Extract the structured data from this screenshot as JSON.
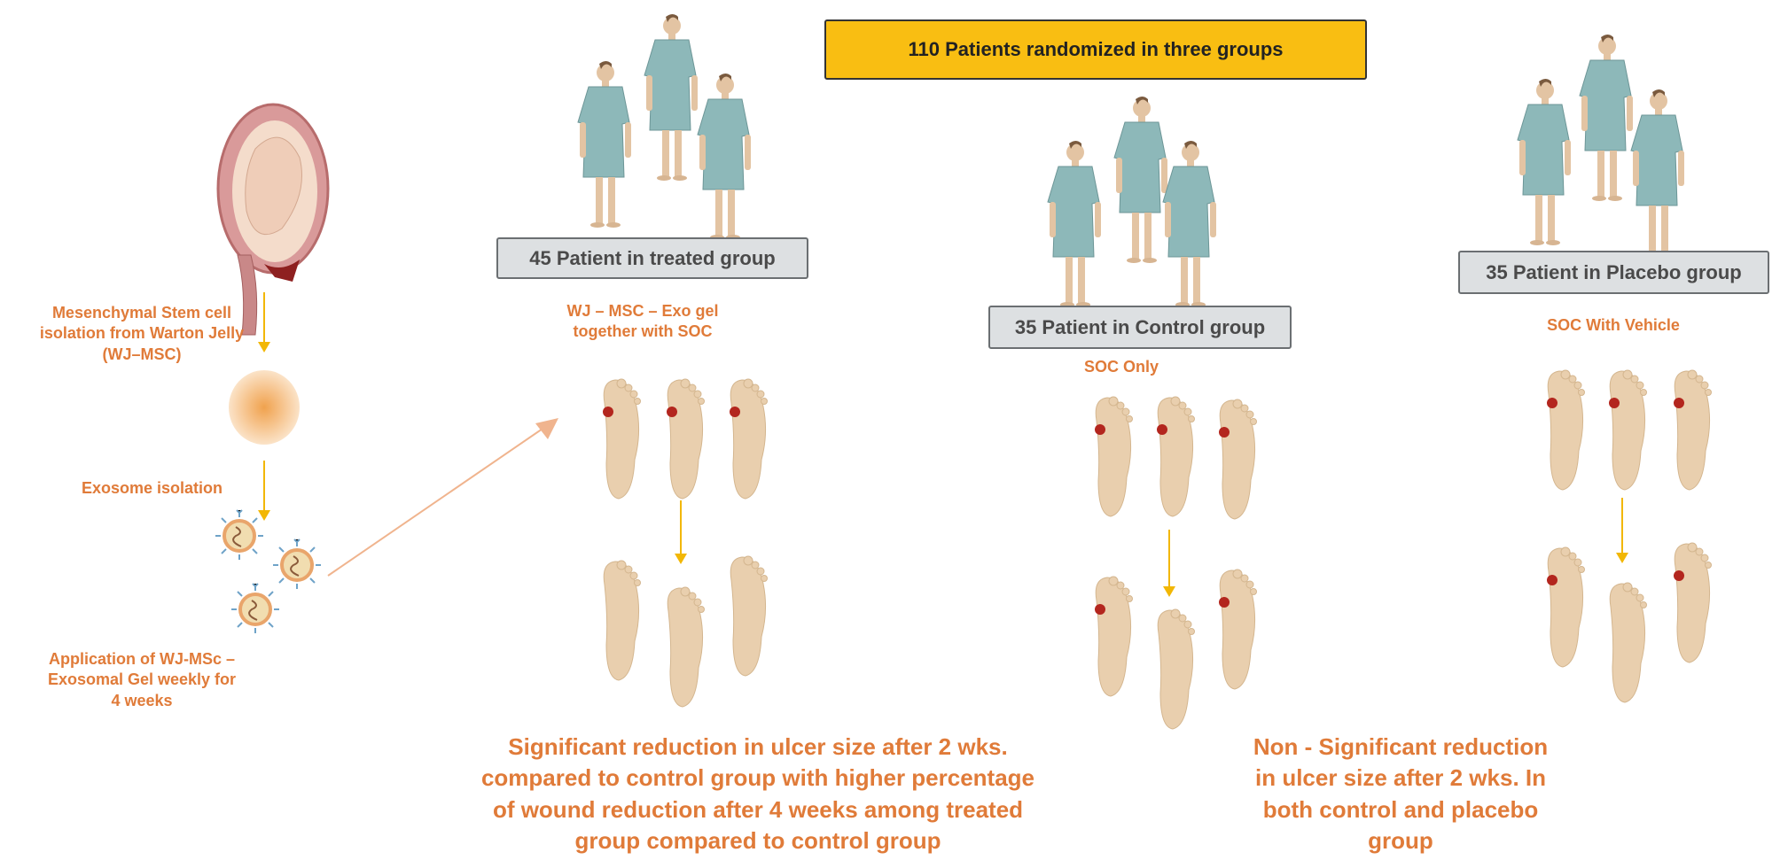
{
  "header": {
    "banner": "110  Patients randomized in three groups"
  },
  "left_flow": {
    "step1": "Mesenchymal Stem cell isolation from Warton Jelly (WJ–MSC)",
    "step2": "Exosome isolation",
    "step3": "Application of WJ-MSc – Exosomal Gel weekly for 4 weeks"
  },
  "groups": [
    {
      "box": "45 Patient in treated group",
      "treatment": "WJ  –  MSC – Exo gel together with SOC"
    },
    {
      "box": "35 Patient in Control group",
      "treatment": "SOC Only"
    },
    {
      "box": "35 Patient in Placebo group",
      "treatment": "SOC With Vehicle"
    }
  ],
  "results": {
    "treated": "Significant reduction in ulcer size after 2 wks. compared to control group with higher percentage of wound reduction after 4 weeks among treated group  compared to control group",
    "control_placebo": "Non - Significant reduction in ulcer size after 2 wks. In both control and placebo group"
  },
  "colors": {
    "accent": "#E07B39",
    "banner": "#F9BE12",
    "box": "#DDE0E2",
    "gown": "#8DB8B9",
    "skin": "#E9CFAE",
    "ulcer": "#B3261E"
  }
}
